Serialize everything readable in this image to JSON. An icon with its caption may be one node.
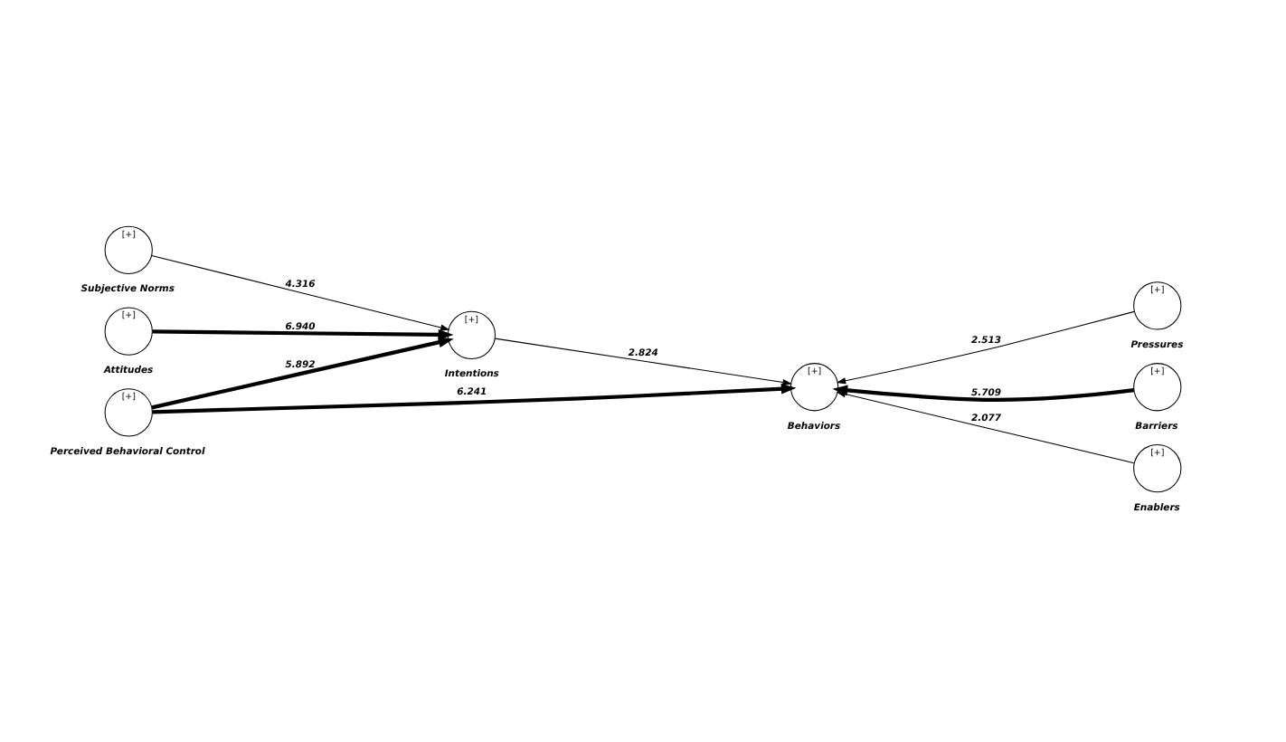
{
  "diagram": {
    "nodes": [
      {
        "text": [
          "[+]"
        ],
        "beside": [
          "Attitudes"
        ]
      },
      {
        "text": [
          "[+]"
        ],
        "beside": [
          "Subjective Norms"
        ]
      },
      {
        "text": [
          "[+]"
        ],
        "beside": [
          "Intentions"
        ]
      },
      {
        "text": [
          "[+]"
        ],
        "beside": [
          "Pressures"
        ]
      },
      {
        "text": [
          "[+]"
        ],
        "beside": [
          "Behaviors"
        ]
      },
      {
        "text": [
          "[+]"
        ],
        "beside": [
          "Perceived Behavioral Control"
        ]
      },
      {
        "text": [
          "[+]"
        ],
        "beside": [
          "Barriers"
        ]
      },
      {
        "text": [
          "[+]"
        ],
        "beside": [
          "Enablers"
        ]
      }
    ],
    "edges": [
      {
        "from": 0,
        "to": 2,
        "arrow": "to",
        "label": "6.940",
        "style": "thick"
      },
      {
        "from": 1,
        "to": 2,
        "arrow": "to",
        "label": "4.316"
      },
      {
        "from": 2,
        "to": 4,
        "arrow": "to",
        "label": "2.824"
      },
      {
        "from": 3,
        "to": 4,
        "arrow": "to",
        "label": "2.513"
      },
      {
        "from": 5,
        "to": 2,
        "arrow": "to",
        "label": "5.892",
        "style": "thick"
      },
      {
        "from": 5,
        "to": 4,
        "arrow": "to",
        "label": "6.241",
        "style": "thick"
      },
      {
        "from": 6,
        "to": 4,
        "arrow": "to",
        "label": "5.709",
        "style": "thick"
      },
      {
        "from": 7,
        "to": 4,
        "arrow": "to",
        "label": "2.077"
      }
    ]
  }
}
